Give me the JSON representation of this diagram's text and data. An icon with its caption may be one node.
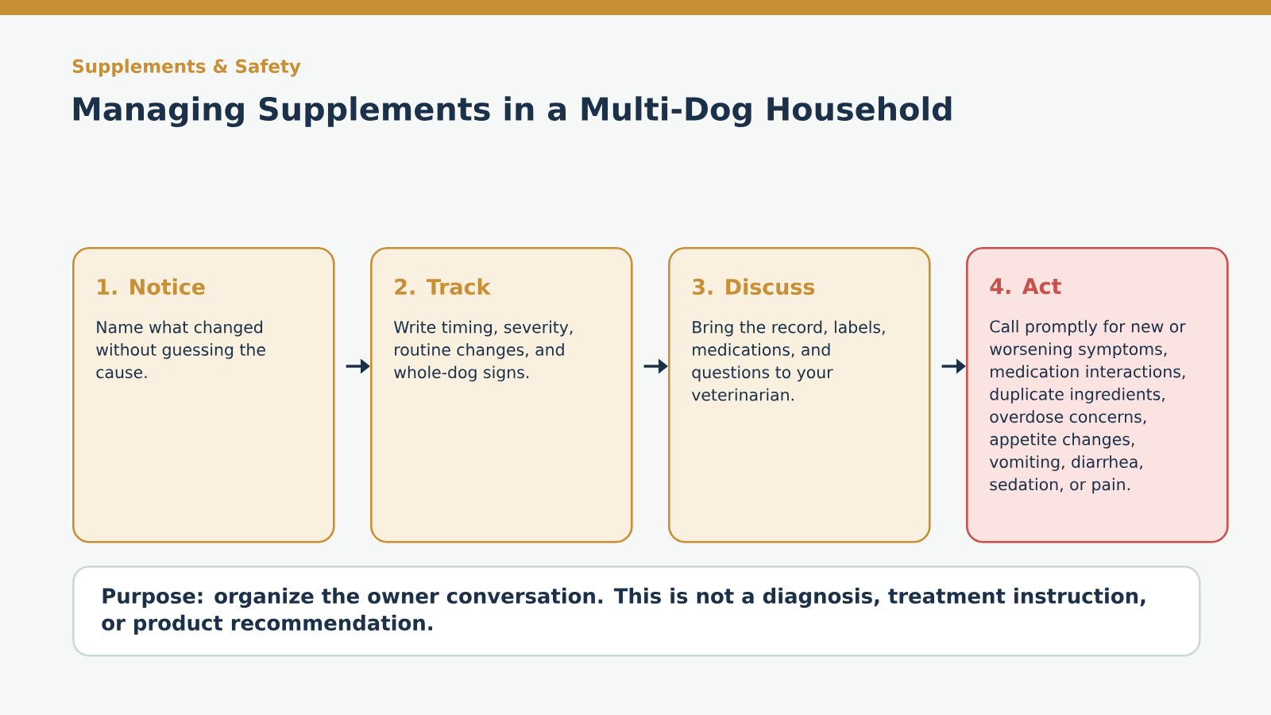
{
  "diagram": {
    "title": "Managing Supplements in a Multi-Dog Household",
    "nodes": [
      {
        "text": [
          "1. Notice",
          "Name what changed without guessing the cause."
        ]
      },
      {
        "text": [
          "2. Track",
          "Write timing, severity, routine changes, and whole-dog signs."
        ]
      },
      {
        "text": [
          "3. Discuss",
          "Bring the record, labels, medications, and questions to your veterinarian."
        ]
      },
      {
        "text": [
          "4. Act",
          "Call promptly for new or worsening symptoms, medication interactions, duplicate ingredients, overdose concerns, appetite changes, vomiting, diarrhea, sedation, or pain."
        ]
      },
      {
        "text": [
          "Purpose: organize the owner conversation. This is not a diagnosis, treatment instruction, or product recommendation."
        ]
      }
    ],
    "edges": [
      {
        "from": 0,
        "to": 1,
        "arrow": "to"
      },
      {
        "from": 1,
        "to": 2,
        "arrow": "to"
      },
      {
        "from": 2,
        "to": 3,
        "arrow": "to"
      }
    ],
    "labels": [
      "Supplements & Safety"
    ]
  }
}
